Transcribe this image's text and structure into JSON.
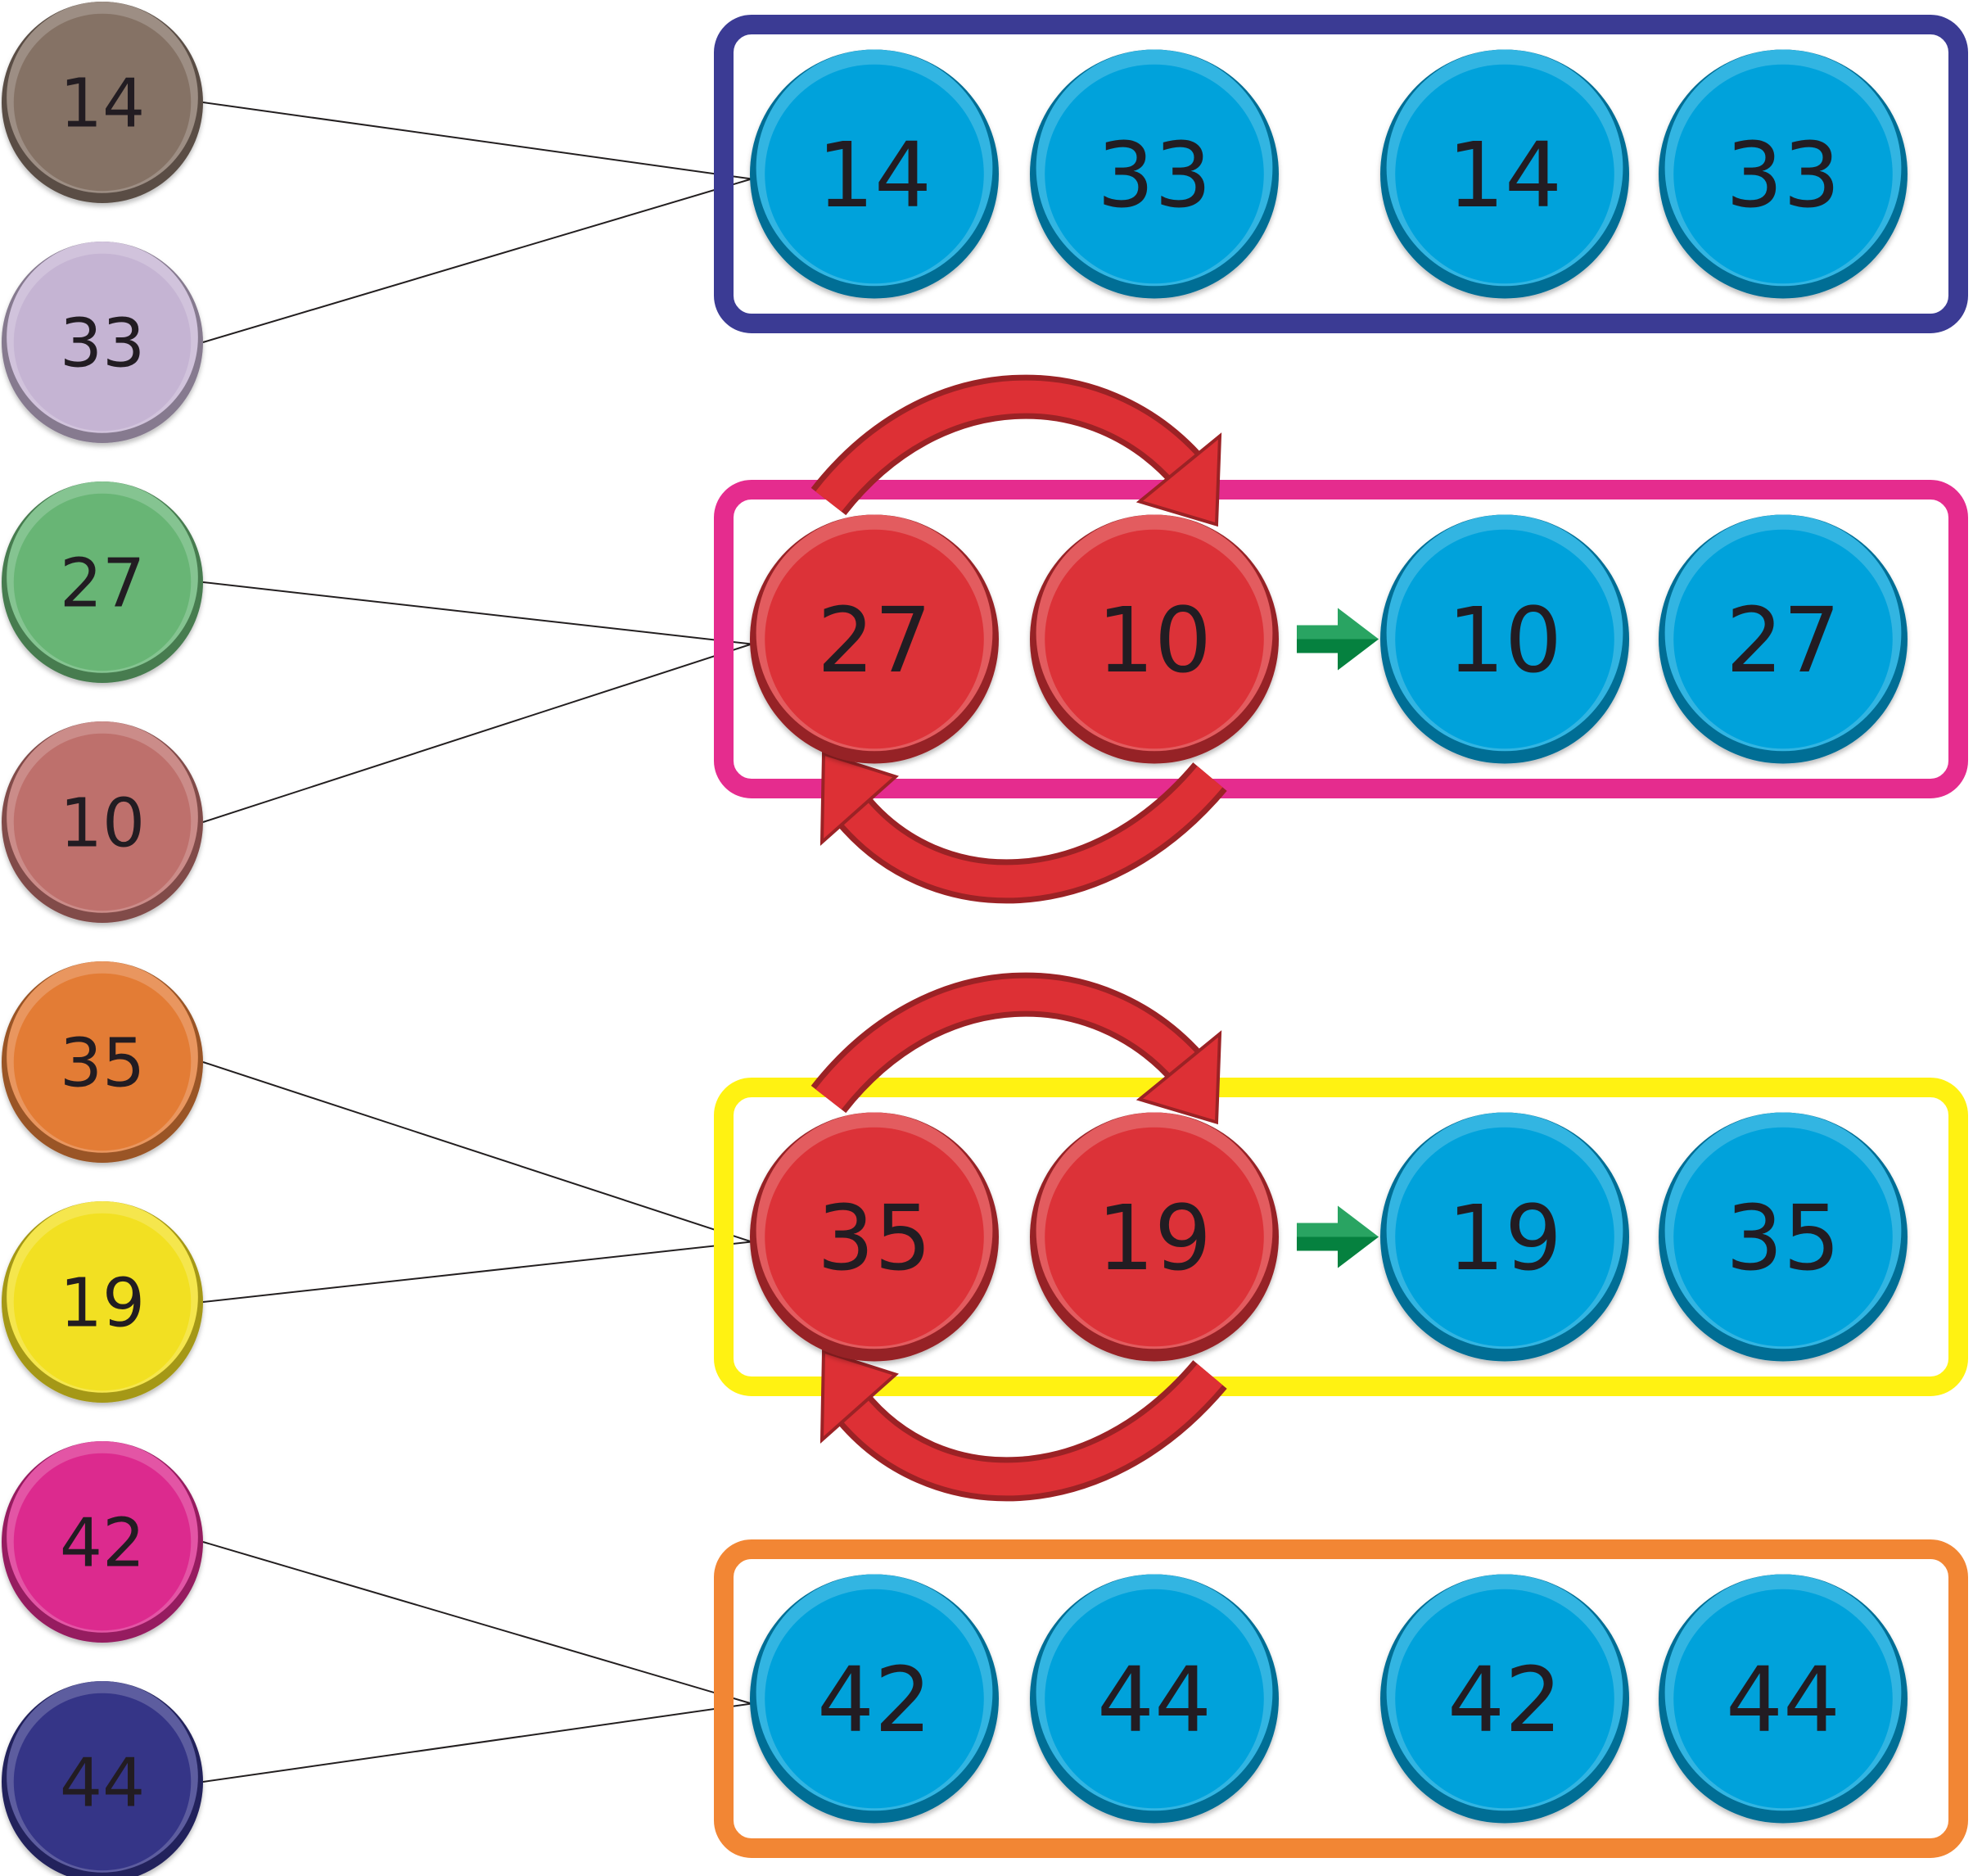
{
  "colors": {
    "blue": "#00a2db",
    "red": "#dc3237",
    "arrow_red": "#dd3035",
    "arrow_green": "#07964a",
    "text": "#231f20"
  },
  "input_nodes": [
    {
      "value": "14",
      "color": "#857265"
    },
    {
      "value": "33",
      "color": "#c5b4d3"
    },
    {
      "value": "27",
      "color": "#67b575"
    },
    {
      "value": "10",
      "color": "#be6f6c"
    },
    {
      "value": "35",
      "color": "#e37c36"
    },
    {
      "value": "19",
      "color": "#f2e020"
    },
    {
      "value": "42",
      "color": "#dc2a8e"
    },
    {
      "value": "44",
      "color": "#353487"
    }
  ],
  "groups": [
    {
      "frame_color": "#3b3b94",
      "input": [
        "14",
        "33"
      ],
      "output": [
        "14",
        "33"
      ],
      "swapped": false
    },
    {
      "frame_color": "#e52c8e",
      "input": [
        "27",
        "10"
      ],
      "output": [
        "10",
        "27"
      ],
      "swapped": true
    },
    {
      "frame_color": "#fff212",
      "input": [
        "35",
        "19"
      ],
      "output": [
        "19",
        "35"
      ],
      "swapped": true
    },
    {
      "frame_color": "#f28634",
      "input": [
        "42",
        "44"
      ],
      "output": [
        "42",
        "44"
      ],
      "swapped": false
    }
  ]
}
